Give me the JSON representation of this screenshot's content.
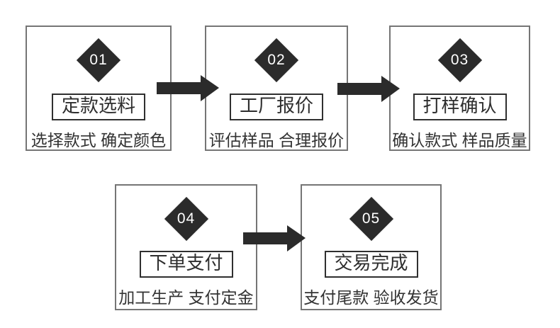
{
  "diagram": {
    "type": "process-flow",
    "steps": [
      {
        "number": "01",
        "title": "定款选料",
        "subtitle": "选择款式 确定颜色"
      },
      {
        "number": "02",
        "title": "工厂报价",
        "subtitle": "评估样品 合理报价"
      },
      {
        "number": "03",
        "title": "打样确认",
        "subtitle": "确认款式 样品质量"
      },
      {
        "number": "04",
        "title": "下单支付",
        "subtitle": "加工生产 支付定金"
      },
      {
        "number": "05",
        "title": "交易完成",
        "subtitle": "支付尾款 验收发货"
      }
    ],
    "connections": [
      {
        "from": "01",
        "to": "02"
      },
      {
        "from": "02",
        "to": "03"
      },
      {
        "from": "04",
        "to": "05"
      }
    ],
    "colors": {
      "background": "#ffffff",
      "box_border": "#757575",
      "diamond_fill": "#2b2b2b",
      "number_text": "#ffffff",
      "title_border": "#2f2f2f",
      "title_text": "#2e2e2e",
      "subtitle_text": "#333333",
      "arrow_fill": "#2b2b2b"
    }
  }
}
